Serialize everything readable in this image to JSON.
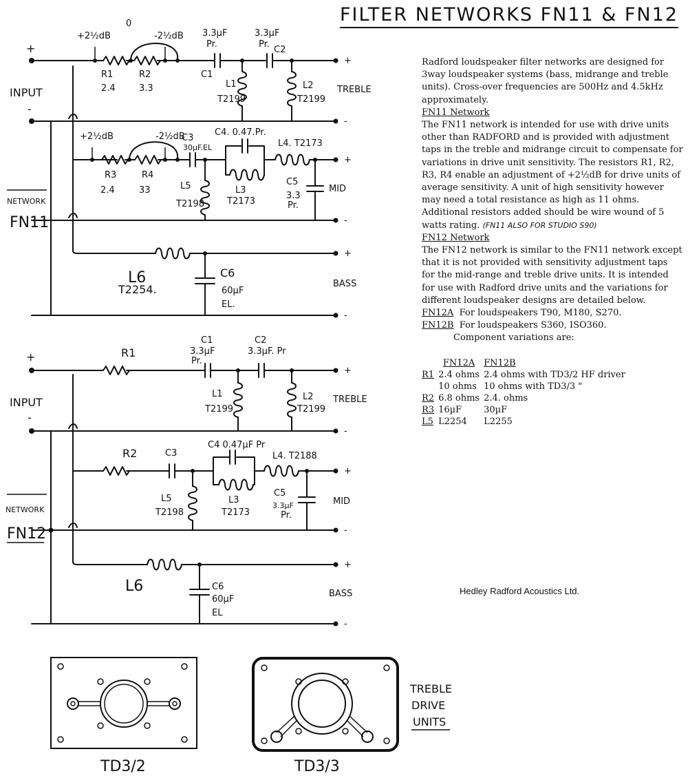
{
  "title": "FILTER NETWORKS FN11 & FN12",
  "description": {
    "intro": "Radford loudspeaker filter networks are designed for 3way loudspeaker systems (bass, midrange and treble units). Cross-over frequencies are 500Hz and 4.5kHz approximately.",
    "fn11_heading": "FN11 Network",
    "fn11_text": "The FN11 network is intended for use with drive units other than RADFORD and is provided with adjustment taps in the treble and midrange circuit to compensate for variations in drive unit sensitivity. The resistors R1, R2, R3, R4 enable an adjustment of +2½dB for drive units of average sensitivity. A unit of high sensitivity however may need a total resistance as high as 11 ohms. Additional resistors added should be wire wound of 5 watts rating.",
    "fn11_note": "(FN11 ALSO FOR STUDIO S90)",
    "fn12_heading": "FN12 Network",
    "fn12_text": "The FN12 network is similar to the FN11 network except that it is not provided with sensitivity adjustment taps for the mid-range and treble drive units. It is intended for use with Radford drive units and the variations for different loudspeaker designs are detailed below.",
    "fn12a_label": "FN12A",
    "fn12a_text": "For loudspeakers T90, M180, S270.",
    "fn12b_label": "FN12B",
    "fn12b_text": "For loudspeakers S360, ISO360.",
    "variations_intro": "Component variations are:"
  },
  "variations_table": {
    "headers": [
      "",
      "FN12A",
      "FN12B"
    ],
    "rows": [
      [
        "R1",
        "2.4 ohms",
        "2.4 ohms with TD3/2 HF driver"
      ],
      [
        "",
        "10 ohms",
        "10 ohms with TD3/3 \""
      ],
      [
        "R2",
        "6.8 ohms",
        "2.4. ohms"
      ],
      [
        "R3",
        "16µF",
        "30µF"
      ],
      [
        "L5",
        "L2254",
        "L2255"
      ]
    ]
  },
  "company": "Hedley Radford Acoustics Ltd.",
  "fn11": {
    "input_label": "INPUT",
    "plus": "+",
    "minus": "-",
    "network_label": "NETWORK",
    "network_id": "FN11",
    "tap_plus": "+2½dB",
    "tap_zero": "0",
    "tap_minus": "-2½dB",
    "r1": "R1",
    "r1_val": "2.4",
    "r2": "R2",
    "r2_val": "3.3",
    "c1_val": "3.3µF",
    "c1_pr": "Pr.",
    "c1": "C1",
    "c2_val": "3.3µF",
    "c2_pr": "Pr.",
    "c2": "C2",
    "l1": "L1",
    "l1_val": "T2199",
    "l2": "L2",
    "l2_val": "T2199",
    "treble": "TREBLE",
    "r3": "R3",
    "r3_val": "2.4",
    "r4": "R4",
    "r4_val": "33",
    "c3": "C3",
    "c3_val": "30µF.EL",
    "c4": "C4. 0.47.Pr.",
    "l4": "L4. T2173",
    "l5": "L5",
    "l5_val": "T2198",
    "l3": "L3",
    "l3_val": "T2173",
    "c5": "C5",
    "c5_val": "3.3",
    "c5_pr": "Pr.",
    "mid": "MID",
    "l6": "L6",
    "l6_val": "T2254.",
    "c6": "C6",
    "c6_val": "60µF",
    "c6_el": "EL.",
    "bass": "BASS"
  },
  "fn12": {
    "input_label": "INPUT",
    "plus": "+",
    "minus": "-",
    "network_label": "NETWORK",
    "network_id": "FN12",
    "r1": "R1",
    "c1": "C1",
    "c1_val": "3.3µF",
    "c1_pr": "Pr.",
    "c2": "C2",
    "c2_val": "3.3µF. Pr",
    "l1": "L1",
    "l1_val": "T2199",
    "l2": "L2",
    "l2_val": "T2199",
    "treble": "TREBLE",
    "r2": "R2",
    "c3": "C3",
    "c4": "C4 0.47µF Pr",
    "l4": "L4. T2188",
    "l5": "L5",
    "l5_val": "T2198",
    "l3": "L3",
    "l3_val": "T2173",
    "c5": "C5",
    "c5_val": "3.3µF",
    "c5_pr": "Pr.",
    "mid": "MID",
    "l6": "L6",
    "c6": "C6",
    "c6_val": "60µF",
    "c6_el": "EL",
    "bass": "BASS"
  },
  "drive_units": {
    "heading_line1": "TREBLE",
    "heading_line2": "DRIVE",
    "heading_line3": "UNITS",
    "td32": "TD3/2",
    "td33": "TD3/3"
  }
}
